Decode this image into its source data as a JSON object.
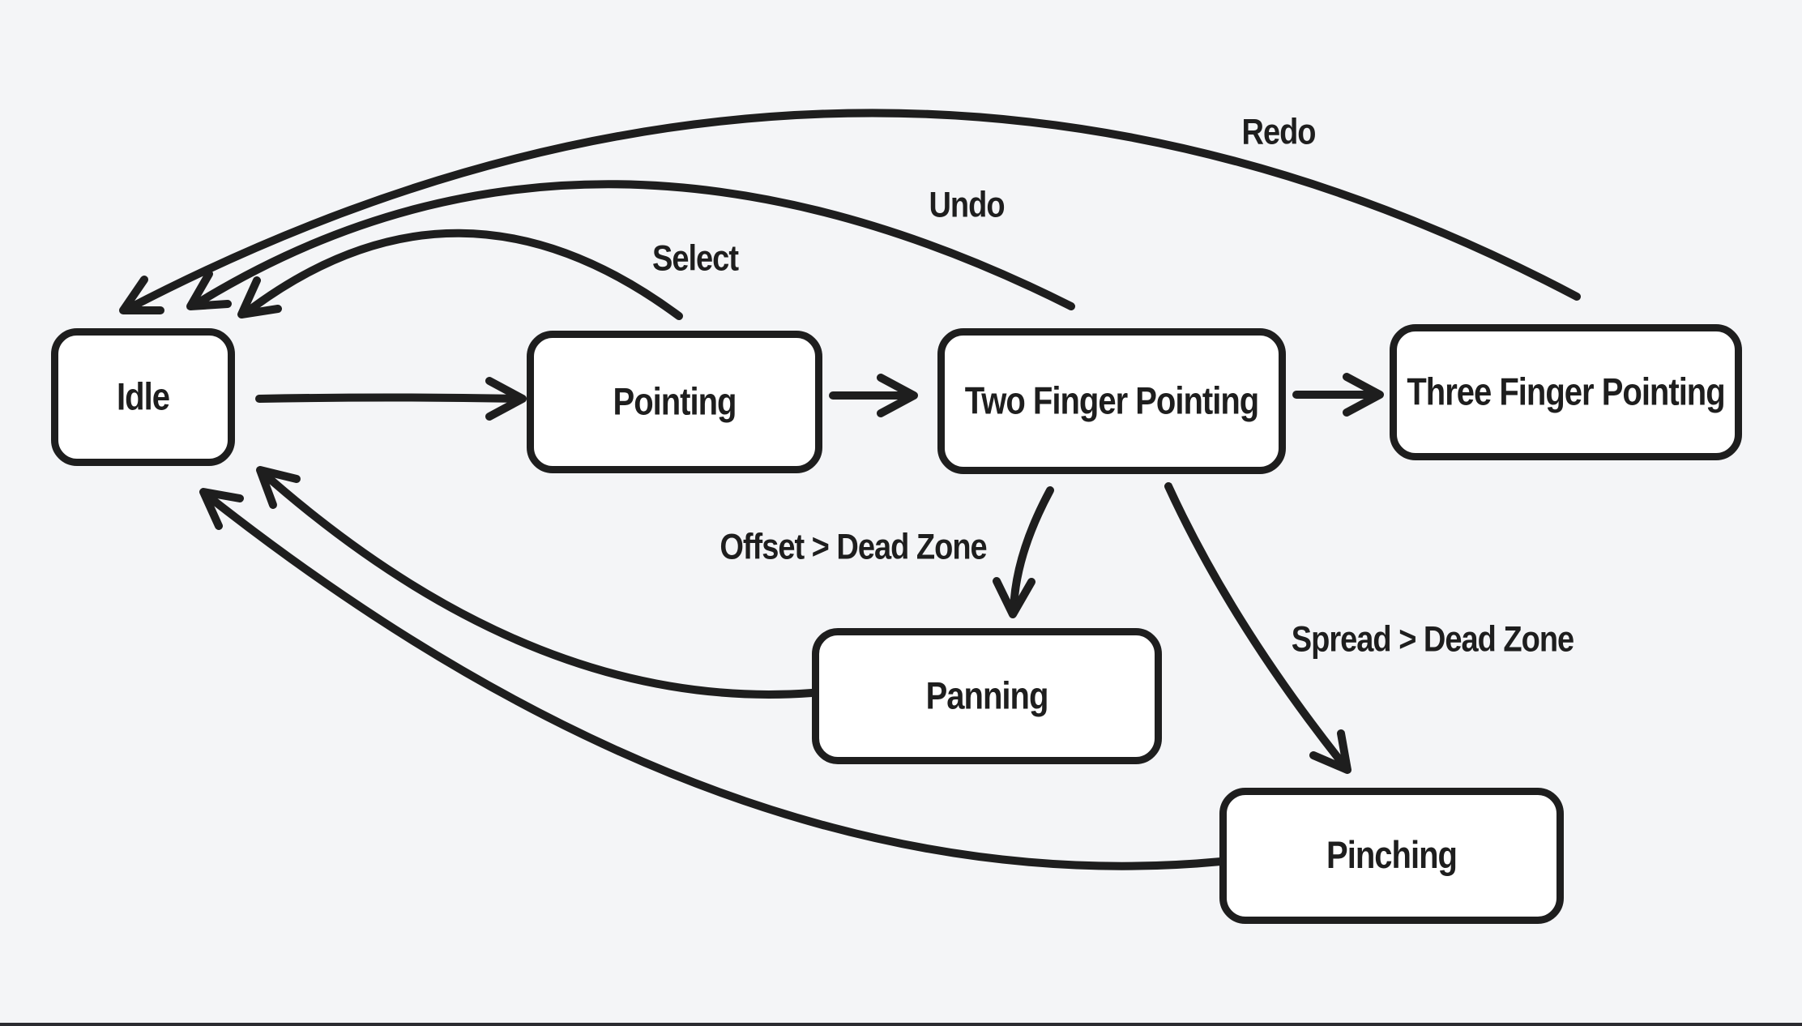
{
  "canvas": {
    "background_color": "#f4f5f7",
    "stroke_color": "#1e1e1e",
    "node_fill_color": "#ffffff",
    "bottom_bar_color": "#2b2b30"
  },
  "diagram_type": "state-machine",
  "nodes": [
    {
      "id": "idle",
      "label": "Idle"
    },
    {
      "id": "pointing",
      "label": "Pointing"
    },
    {
      "id": "two-finger-pointing",
      "label": "Two Finger Pointing"
    },
    {
      "id": "three-finger-pointing",
      "label": "Three Finger Pointing"
    },
    {
      "id": "panning",
      "label": "Panning"
    },
    {
      "id": "pinching",
      "label": "Pinching"
    }
  ],
  "edges": [
    {
      "from": "Idle",
      "to": "Pointing",
      "label": ""
    },
    {
      "from": "Pointing",
      "to": "Two Finger Pointing",
      "label": ""
    },
    {
      "from": "Two Finger Pointing",
      "to": "Three Finger Pointing",
      "label": ""
    },
    {
      "from": "Pointing",
      "to": "Idle",
      "label": "Select"
    },
    {
      "from": "Two Finger Pointing",
      "to": "Idle",
      "label": "Undo"
    },
    {
      "from": "Three Finger Pointing",
      "to": "Idle",
      "label": "Redo"
    },
    {
      "from": "Two Finger Pointing",
      "to": "Panning",
      "label": "Offset > Dead Zone"
    },
    {
      "from": "Two Finger Pointing",
      "to": "Pinching",
      "label": "Spread > Dead Zone"
    },
    {
      "from": "Panning",
      "to": "Idle",
      "label": ""
    },
    {
      "from": "Pinching",
      "to": "Idle",
      "label": ""
    }
  ]
}
